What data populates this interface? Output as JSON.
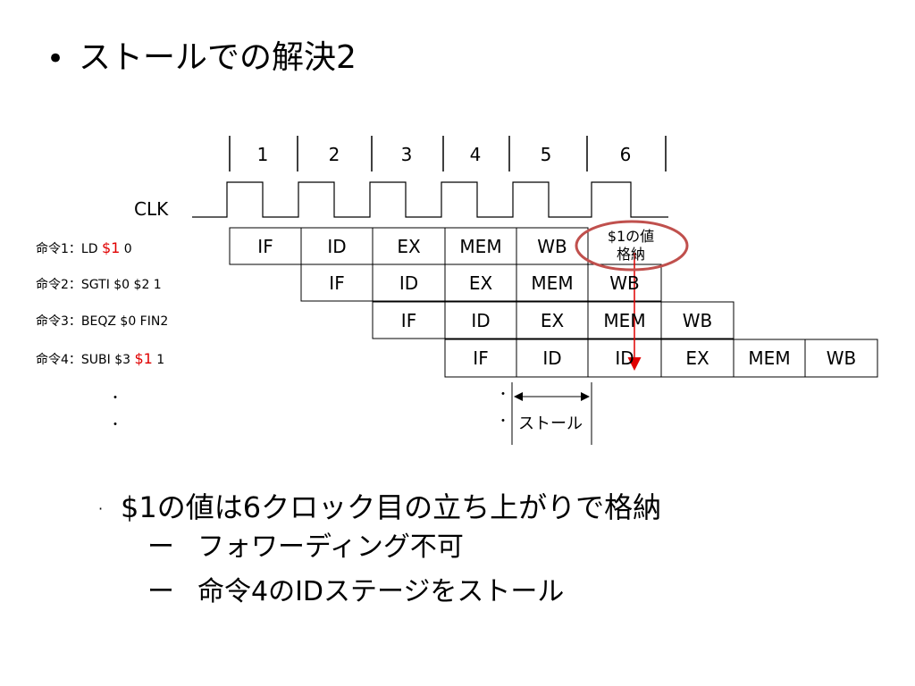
{
  "slide": {
    "bullet": "•",
    "title": "ストールでの解決2"
  },
  "timing": {
    "clock_numbers": [
      "1",
      "2",
      "3",
      "4",
      "5",
      "6"
    ],
    "clk_label": "CLK"
  },
  "instructions": [
    {
      "prefix": "命令1：LD ",
      "reg": "$1",
      "suffix": " 0"
    },
    {
      "prefix": "命令2：SGTI $0 $2 1",
      "reg": "",
      "suffix": ""
    },
    {
      "prefix": "命令3：BEQZ $0 FIN2",
      "reg": "",
      "suffix": ""
    },
    {
      "prefix": "命令4：SUBI $3 ",
      "reg": "$1",
      "suffix": " 1"
    }
  ],
  "pipeline": [
    [
      "IF",
      "ID",
      "EX",
      "MEM",
      "WB"
    ],
    [
      "IF",
      "ID",
      "EX",
      "MEM",
      "WB"
    ],
    [
      "IF",
      "ID",
      "EX",
      "MEM",
      "WB"
    ],
    [
      "IF",
      "ID",
      "ID",
      "EX",
      "MEM",
      "WB"
    ]
  ],
  "annotations": {
    "store_line1": "$1の値",
    "store_line2": "格納",
    "stall": "ストール",
    "dot": "・"
  },
  "notes": {
    "bullet": "·",
    "main": "$1の値は6クロック目の立ち上がりで格納",
    "subs": [
      {
        "dash": "ー",
        "text": "フォワーディング不可"
      },
      {
        "dash": "ー",
        "text": "命令4のIDステージをストール"
      }
    ]
  },
  "colors": {
    "highlight_register": "#e00000",
    "circle_stroke": "#c0504d",
    "arrow": "#e00000"
  }
}
